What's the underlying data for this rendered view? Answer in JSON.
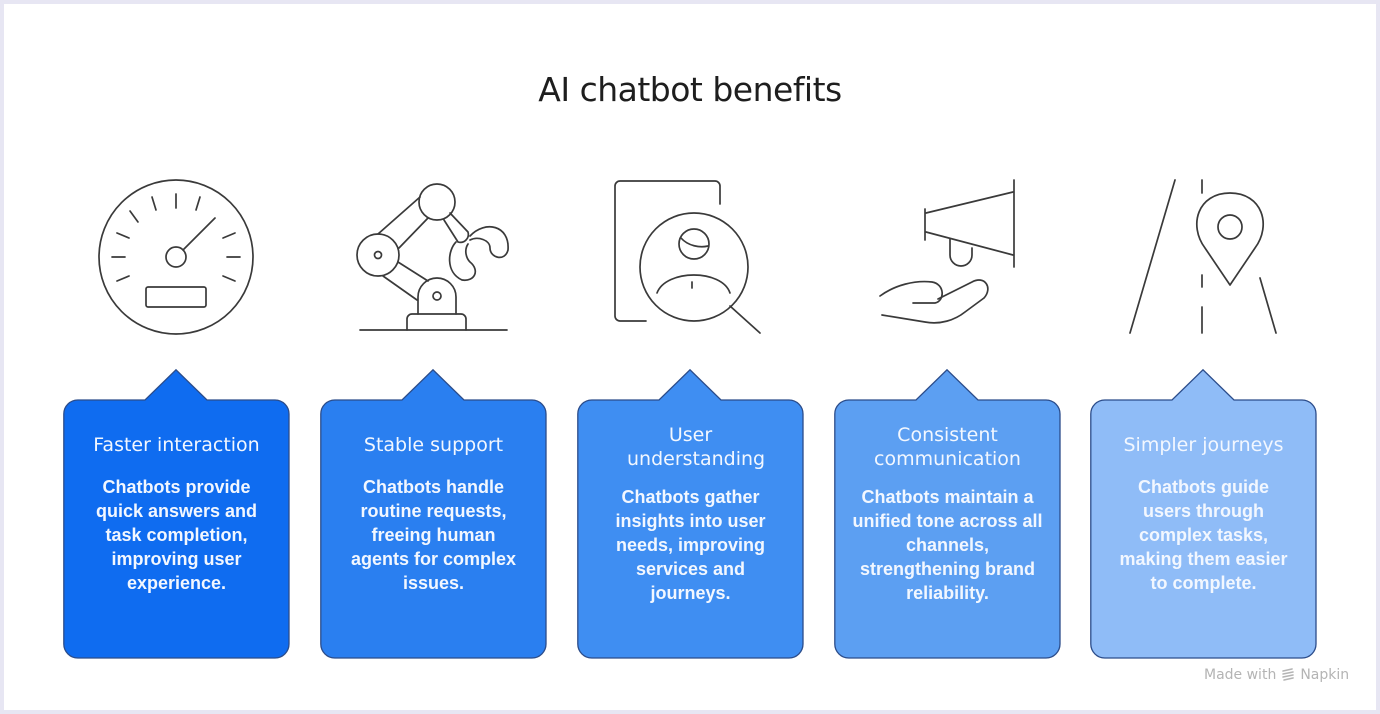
{
  "title": "AI chatbot benefits",
  "colors": {
    "frame": "#e7e6f3",
    "card_border": "#2b4c8a",
    "icon_stroke": "#3a3a3a",
    "card_text": "#f2f7ff"
  },
  "benefits": [
    {
      "icon": "speedometer-icon",
      "heading": "Faster interaction",
      "body": "Chatbots provide quick answers and task completion, improving user experience.",
      "color": "#0f6cf0"
    },
    {
      "icon": "robot-arm-icon",
      "heading": "Stable support",
      "body": "Chatbots handle routine requests, freeing human agents for complex issues.",
      "color": "#2a7ff0"
    },
    {
      "icon": "user-search-icon",
      "heading": "User understanding",
      "body": "Chatbots gather insights into user needs, improving services and journeys.",
      "color": "#3f8ef2"
    },
    {
      "icon": "megaphone-hand-icon",
      "heading": "Consistent communication",
      "body": "Chatbots maintain a unified tone across all channels, strengthening brand reliability.",
      "color": "#5c9ff2"
    },
    {
      "icon": "road-location-pin-icon",
      "heading": "Simpler journeys",
      "body": "Chatbots guide users through complex tasks, making them easier to complete.",
      "color": "#8fbcf7"
    }
  ],
  "watermark": {
    "prefix": "Made with",
    "brand": "Napkin",
    "icon": "napkin-logo-icon"
  }
}
